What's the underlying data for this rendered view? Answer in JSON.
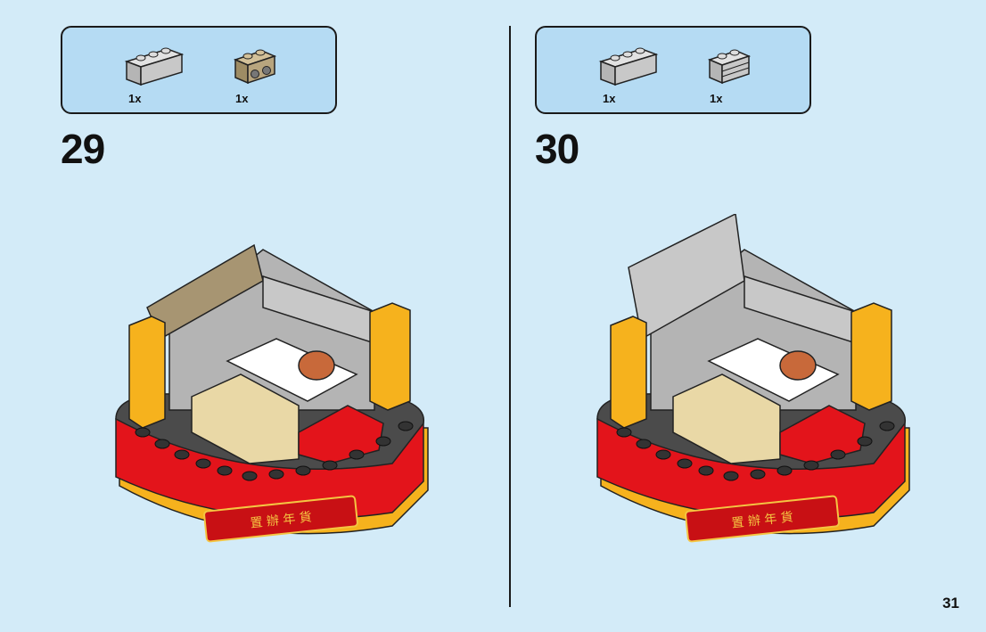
{
  "steps": [
    {
      "number": "29",
      "parts": [
        {
          "icon": "light-gray-brick-1x3-icon",
          "qty": "1x",
          "color": "#c8c8c8"
        },
        {
          "icon": "tan-brick-1x2-with-studs-icon",
          "qty": "1x",
          "color": "#b8a57e"
        }
      ]
    },
    {
      "number": "30",
      "parts": [
        {
          "icon": "light-gray-brick-1x3-icon",
          "qty": "1x",
          "color": "#c8c8c8"
        },
        {
          "icon": "light-gray-brick-1x2-grille-icon",
          "qty": "1x",
          "color": "#c8c8c8"
        }
      ]
    }
  ],
  "banner_text": "置 辦 年 貨",
  "page_number": "31",
  "colors": {
    "background": "#d3ebf8",
    "parts_box": "#b5dbf3",
    "red": "#e3141b",
    "yellow": "#f6b21d",
    "dark_gray": "#4b4b4b",
    "tan": "#e9d8a6"
  }
}
